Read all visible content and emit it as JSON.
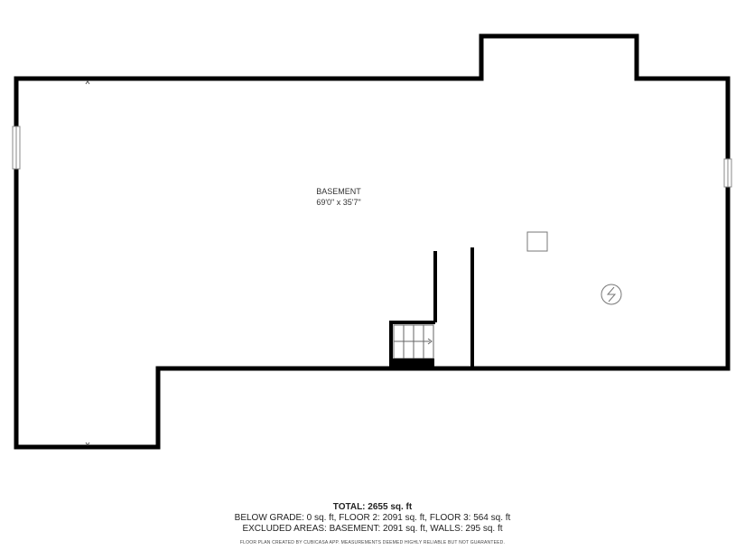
{
  "rooms": [
    {
      "name": "BASEMENT",
      "dimensions": "69'0\" x 35'7\""
    }
  ],
  "summary": {
    "total": "TOTAL: 2655 sq. ft",
    "below_grade": "BELOW GRADE: 0 sq. ft, FLOOR 2: 2091 sq. ft, FLOOR 3: 564 sq. ft",
    "excluded": "EXCLUDED AREAS: BASEMENT: 2091 sq. ft, WALLS: 295 sq. ft",
    "disclaimer": "FLOOR PLAN CREATED BY CUBICASA APP. MEASUREMENTS DEEMED HIGHLY RELIABLE BUT NOT GUARANTEED."
  },
  "colors": {
    "wall": "#000000",
    "fixture": "#777777",
    "background": "#ffffff"
  }
}
